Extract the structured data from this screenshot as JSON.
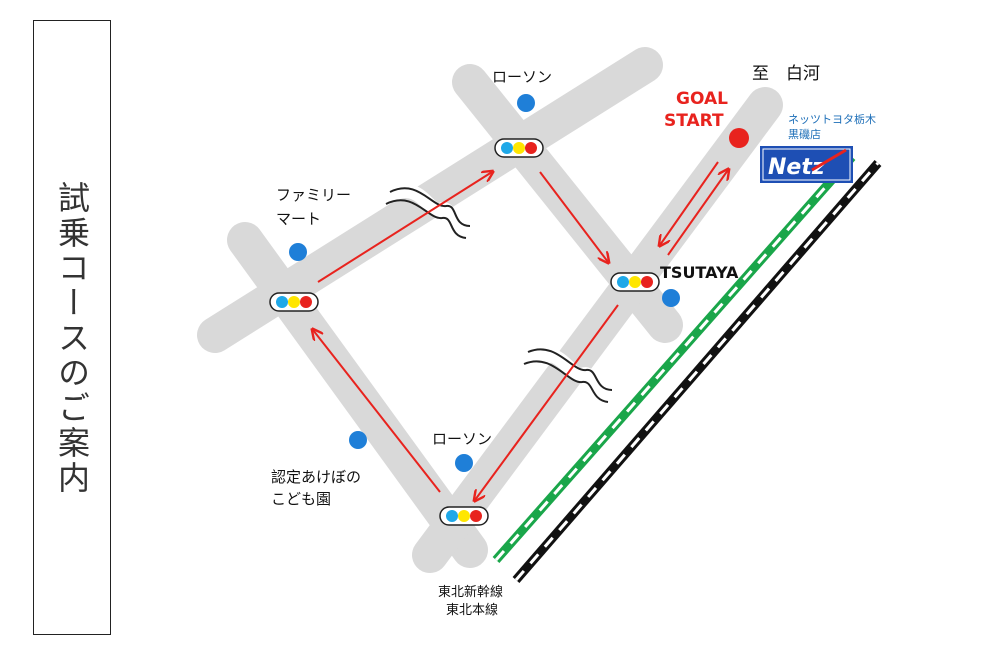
{
  "title": "試乗コースのご案内",
  "labels": {
    "lawson_top": "ローソン",
    "family_mart_line1": "ファミリー",
    "family_mart_line2": "マート",
    "tsutaya": "TSUTAYA",
    "lawson_bottom": "ローソン",
    "kindergarten_line1": "認定あけぼの",
    "kindergarten_line2": "こども園",
    "goal": "GOAL",
    "start": "START",
    "direction": "至　白河",
    "dealer_line1": "ネッツトヨタ栃木",
    "dealer_line2": "黒磯店",
    "dealer_logo": "Netz",
    "rail_line1": "東北新幹線",
    "rail_line2": "東北本線"
  },
  "colors": {
    "road": "#d9d9d9",
    "route_arrow": "#e8231e",
    "goal_marker": "#e8231e",
    "poi_marker": "#1f7fd8",
    "shinkansen": "#1aa64a",
    "main_line": "#111111",
    "logo_bg": "#1e4fb4",
    "logo_accent": "#e8231e",
    "dealer_text": "#1e6fb8",
    "signal_blue": "#1fa8e8",
    "signal_yellow": "#ffe600",
    "signal_red": "#e8231e"
  }
}
